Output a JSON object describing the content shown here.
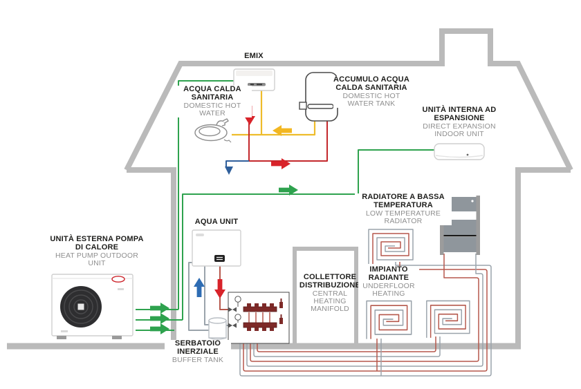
{
  "diagram": {
    "labels": {
      "emix": {
        "it": "EMIX",
        "en": ""
      },
      "dhw": {
        "it": "ACQUA CALDA SANITARIA",
        "en": "DOMESTIC HOT WATER"
      },
      "dhw_tank": {
        "it": "ACCUMULO ACQUA CALDA SANITARIA",
        "en": "DOMESTIC HOT WATER TANK"
      },
      "indoor_unit": {
        "it": "UNITÀ INTERNA AD ESPANSIONE",
        "en": "DIRECT EXPANSION INDOOR UNIT"
      },
      "radiator": {
        "it": "RADIATORE A BASSA TEMPERATURA",
        "en": "LOW TEMPERATURE RADIATOR"
      },
      "outdoor_unit": {
        "it": "UNITÀ ESTERNA POMPA DI CALORE",
        "en": "HEAT PUMP OUTDOOR UNIT"
      },
      "aqua_unit": {
        "it": "AQUA UNIT",
        "en": ""
      },
      "buffer_tank": {
        "it": "SERBATOIO INERZIALE",
        "en": "BUFFER TANK"
      },
      "manifold": {
        "it": "COLLETTORE DISTRIBUZIONE",
        "en": "CENTRAL HEATING MANIFOLD"
      },
      "underfloor": {
        "it": "IMPIANTO RADIANTE",
        "en": "UNDERFLOOR HEATING"
      }
    },
    "colors": {
      "green_line": "#2ea24e",
      "red_arrow": "#d8232a",
      "red_line": "#c3272b",
      "yellow_line": "#eebc2a",
      "blue_line": "#2f5f9b",
      "pipe_red": "#b5574b",
      "pipe_gray": "#9aa3ab",
      "house_wall": "#bababa"
    }
  }
}
